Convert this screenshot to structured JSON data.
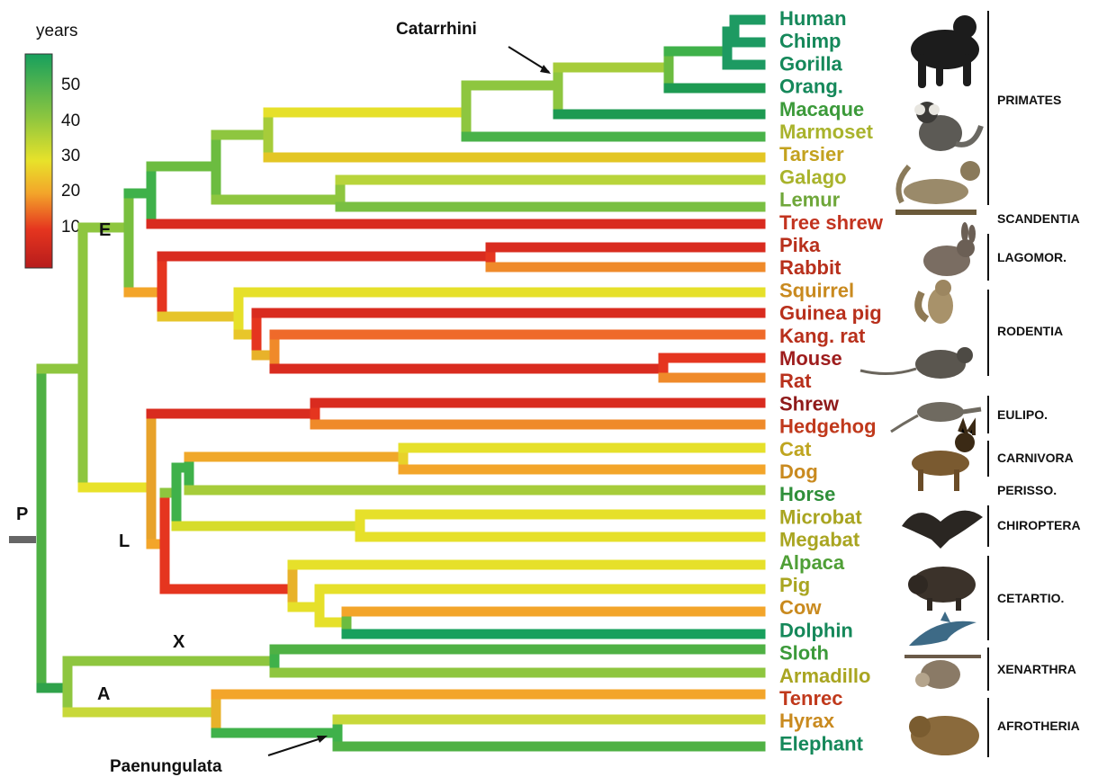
{
  "legend": {
    "title": "years",
    "ticks": [
      "50",
      "40",
      "30",
      "20",
      "10"
    ],
    "colors": [
      "#17a05d",
      "#3fb14a",
      "#8ec63f",
      "#e6e02a",
      "#f3a52a",
      "#d92b1f",
      "#b71c1c"
    ]
  },
  "node_labels": [
    "P",
    "E",
    "L",
    "X",
    "A"
  ],
  "callouts": {
    "catarrhini": "Catarrhini",
    "paenungulata": "Paenungulata"
  },
  "taxa": [
    {
      "name": "Human",
      "color": "#15885a"
    },
    {
      "name": "Chimp",
      "color": "#15885a"
    },
    {
      "name": "Gorilla",
      "color": "#15885a"
    },
    {
      "name": "Orang.",
      "color": "#15885a"
    },
    {
      "name": "Macaque",
      "color": "#3c9a3a"
    },
    {
      "name": "Marmoset",
      "color": "#a9b32c"
    },
    {
      "name": "Tarsier",
      "color": "#c3a21f"
    },
    {
      "name": "Galago",
      "color": "#a9b32c"
    },
    {
      "name": "Lemur",
      "color": "#6fa73a"
    },
    {
      "name": "Tree shrew",
      "color": "#c2331f"
    },
    {
      "name": "Pika",
      "color": "#b8301c"
    },
    {
      "name": "Rabbit",
      "color": "#b8301c"
    },
    {
      "name": "Squirrel",
      "color": "#c98a1f"
    },
    {
      "name": "Guinea pig",
      "color": "#b8301c"
    },
    {
      "name": "Kang. rat",
      "color": "#b8301c"
    },
    {
      "name": "Mouse",
      "color": "#9e1d1d"
    },
    {
      "name": "Rat",
      "color": "#b8301c"
    },
    {
      "name": "Shrew",
      "color": "#8f1a1a"
    },
    {
      "name": "Hedgehog",
      "color": "#c0391c"
    },
    {
      "name": "Cat",
      "color": "#bfa520"
    },
    {
      "name": "Dog",
      "color": "#c98a1f"
    },
    {
      "name": "Horse",
      "color": "#2f8f3a"
    },
    {
      "name": "Microbat",
      "color": "#a9a521"
    },
    {
      "name": "Megabat",
      "color": "#a9a521"
    },
    {
      "name": "Alpaca",
      "color": "#4f9f36"
    },
    {
      "name": "Pig",
      "color": "#a9a521"
    },
    {
      "name": "Cow",
      "color": "#c98a1f"
    },
    {
      "name": "Dolphin",
      "color": "#15885a"
    },
    {
      "name": "Sloth",
      "color": "#3c9a3a"
    },
    {
      "name": "Armadillo",
      "color": "#a9a521"
    },
    {
      "name": "Tenrec",
      "color": "#c0391c"
    },
    {
      "name": "Hyrax",
      "color": "#c98a1f"
    },
    {
      "name": "Elephant",
      "color": "#15885a"
    }
  ],
  "groups": [
    "PRIMATES",
    "SCANDENTIA",
    "LAGOMOR.",
    "RODENTIA",
    "EULIPO.",
    "CARNIVORA",
    "PERISSO.",
    "CHIROPTERA",
    "CETARTIO.",
    "XENARTHRA",
    "AFROTHERIA"
  ],
  "animal_icons": [
    "chimpanzee-icon",
    "marmoset-icon",
    "lemur-icon",
    "rabbit-icon",
    "squirrel-icon",
    "mouse-icon",
    "shrew-icon",
    "dog-icon",
    "bat-icon",
    "boar-icon",
    "dolphin-icon",
    "sloth-icon",
    "hyrax-icon"
  ]
}
